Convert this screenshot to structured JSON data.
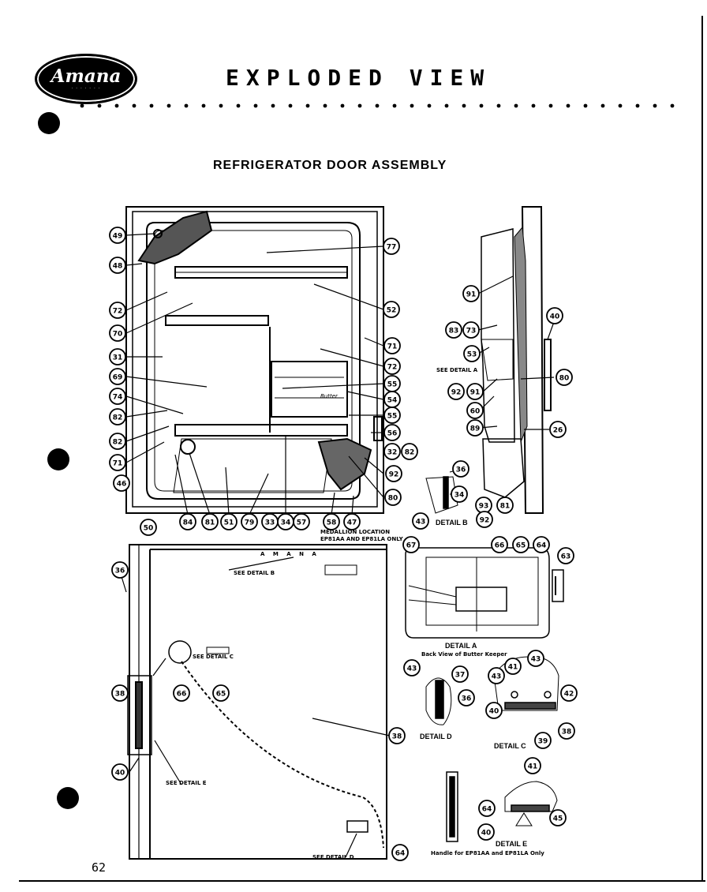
{
  "header": {
    "logo_text": "Amana",
    "title": "EXPLODED VIEW",
    "subtitle": "REFRIGERATOR DOOR ASSEMBLY"
  },
  "footer": {
    "page_number": "62"
  },
  "labels": {
    "see_detail_a": "SEE DETAIL A",
    "see_detail_b": "SEE DETAIL B",
    "see_detail_c": "SEE DETAIL C",
    "see_detail_d": "SEE DETAIL D",
    "see_detail_e": "SEE DETAIL E",
    "medallion_location": "MEDALLION LOCATION",
    "medallion_models": "EP81AA AND EP81LA ONLY",
    "detail_a": "DETAIL A",
    "detail_a_sub": "Back View of Butter Keeper",
    "detail_b": "DETAIL B",
    "detail_c": "DETAIL C",
    "detail_d": "DETAIL D",
    "detail_e": "DETAIL E",
    "detail_e_sub": "Handle for EP81AA and EP81LA Only",
    "amana_strip": "A M A N A",
    "butter": "Butter"
  },
  "callouts_main": [
    "49",
    "48",
    "72",
    "70",
    "31",
    "69",
    "74",
    "82",
    "82",
    "71",
    "77",
    "52",
    "71",
    "72",
    "55",
    "54",
    "55",
    "56",
    "32",
    "82",
    "92",
    "80",
    "50",
    "84",
    "81",
    "51",
    "79",
    "33",
    "34",
    "57",
    "58",
    "47",
    "46"
  ],
  "callouts_side": [
    "91",
    "83",
    "73",
    "53",
    "92",
    "91",
    "60",
    "89",
    "40",
    "80",
    "26",
    "36",
    "34",
    "43",
    "93",
    "92",
    "81"
  ],
  "callouts_lower": [
    "36",
    "38",
    "66",
    "65",
    "38",
    "40",
    "64"
  ],
  "callouts_details": [
    "67",
    "66",
    "65",
    "64",
    "63",
    "43",
    "37",
    "36",
    "43",
    "41",
    "43",
    "42",
    "40",
    "39",
    "38",
    "41",
    "64",
    "40",
    "45"
  ]
}
